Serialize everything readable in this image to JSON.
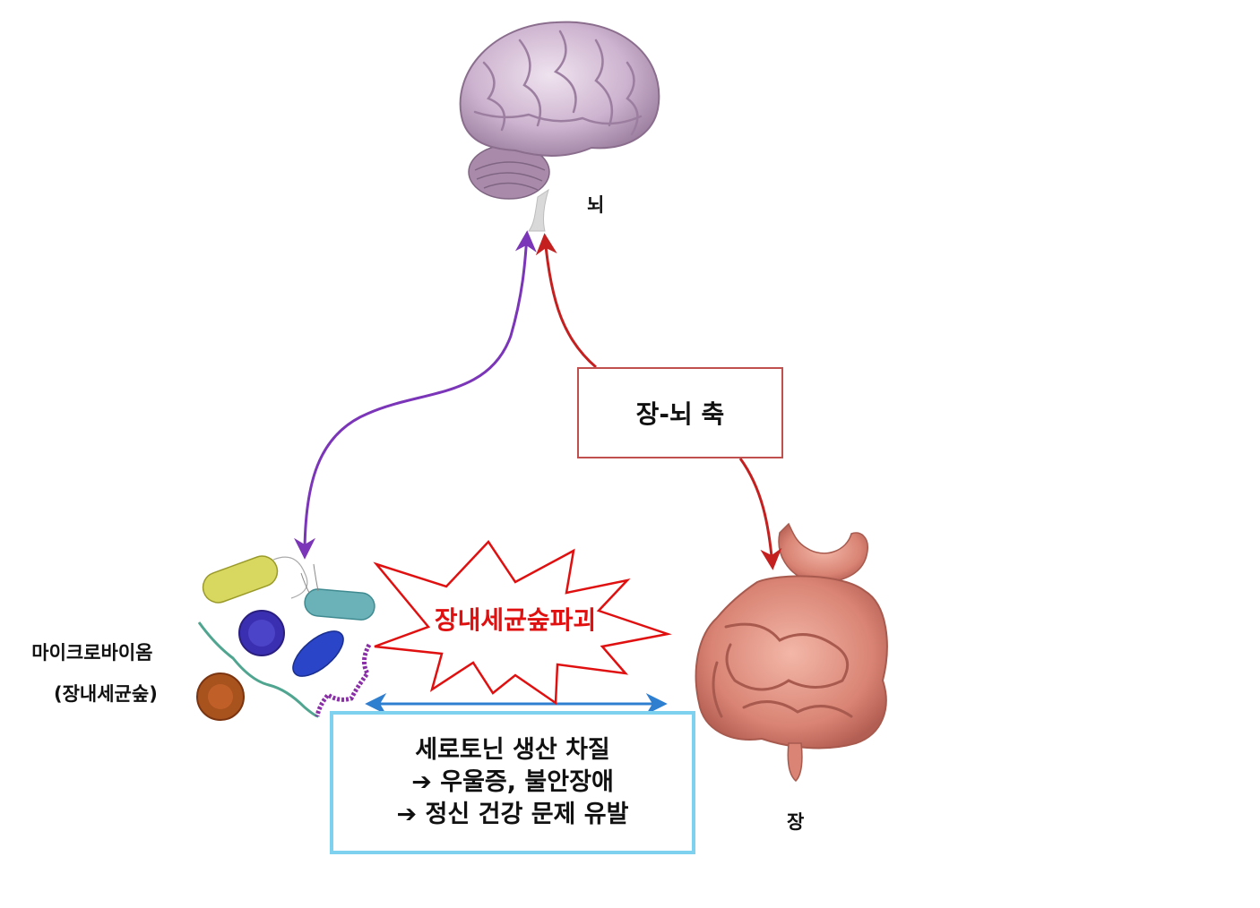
{
  "brain": {
    "label": "뇌"
  },
  "gut": {
    "label": "장"
  },
  "microbiome": {
    "label": "마이크로바이옴",
    "sublabel": "(장내세균숲)"
  },
  "axis_box": {
    "text": "장-뇌 축"
  },
  "burst": {
    "text": "장내세균숲파괴"
  },
  "serotonin_box": {
    "lines": [
      "세로토닌 생산 차질",
      "➔  우울증, 불안장애",
      "➔  정신 건강 문제 유발"
    ]
  },
  "colors": {
    "purple_arrow": "#7b35b8",
    "red_arrow": "#c42020",
    "blue_arrow": "#2f7fd0",
    "burst_outline": "#e01010",
    "burst_text": "#e01010",
    "axis_box_border": "#c0504d",
    "serotonin_box_border": "#7fd1f0"
  }
}
